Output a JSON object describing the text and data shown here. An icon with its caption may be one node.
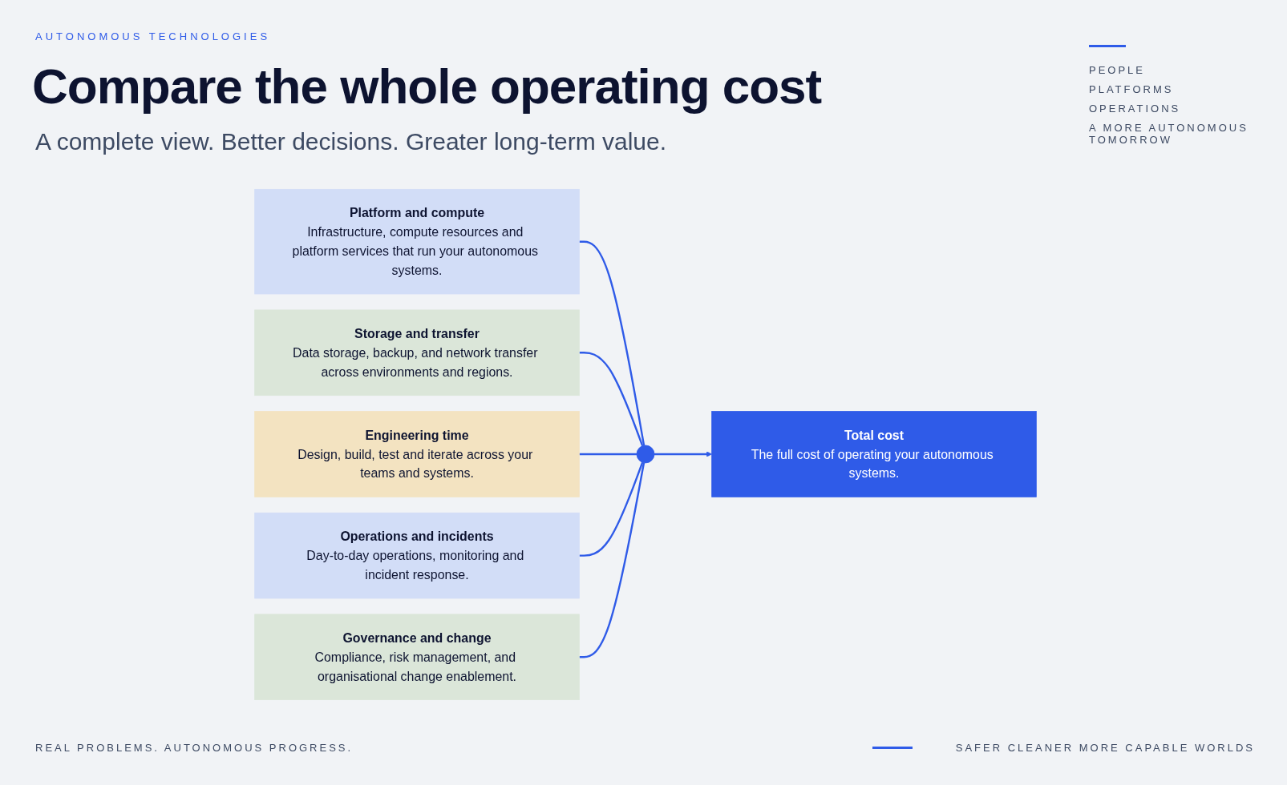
{
  "diagram": {
    "title": "Compare the whole operating cost",
    "nodes": [
      {
        "text": [
          "Platform and compute",
          "Infrastructure, compute resources and platform services that run your autonomous systems."
        ]
      },
      {
        "text": [
          "Storage and transfer",
          "Data storage, backup, and network transfer across environments and regions."
        ]
      },
      {
        "text": [
          "Engineering time",
          "Design, build, test and iterate across your teams and systems."
        ]
      },
      {
        "text": [
          "Operations and incidents",
          "Day-to-day operations, monitoring and incident response."
        ]
      },
      {
        "text": [
          "Governance and change",
          "Compliance, risk management, and organisational change enablement."
        ]
      },
      {
        "text": [],
        "shape": "circle"
      },
      {
        "text": [
          "Total cost",
          "The full cost of operating your autonomous systems."
        ]
      }
    ],
    "edges": [
      {
        "from": 0,
        "to": 5,
        "arrow": "none"
      },
      {
        "from": 1,
        "to": 5,
        "arrow": "none"
      },
      {
        "from": 2,
        "to": 5,
        "arrow": "none"
      },
      {
        "from": 3,
        "to": 5,
        "arrow": "none"
      },
      {
        "from": 4,
        "to": 5,
        "arrow": "none"
      },
      {
        "from": 5,
        "to": 6,
        "arrow": "to"
      }
    ],
    "labels": [
      "AUTONOMOUS TECHNOLOGIES",
      "A complete view. Better decisions. Greater long-term value.",
      "PEOPLE",
      "PLATFORMS",
      "OPERATIONS",
      "A MORE AUTONOMOUS TOMORROW",
      "REAL PROBLEMS. AUTONOMOUS PROGRESS.",
      "SAFER CLEANER MORE CAPABLE WORLDS"
    ]
  }
}
